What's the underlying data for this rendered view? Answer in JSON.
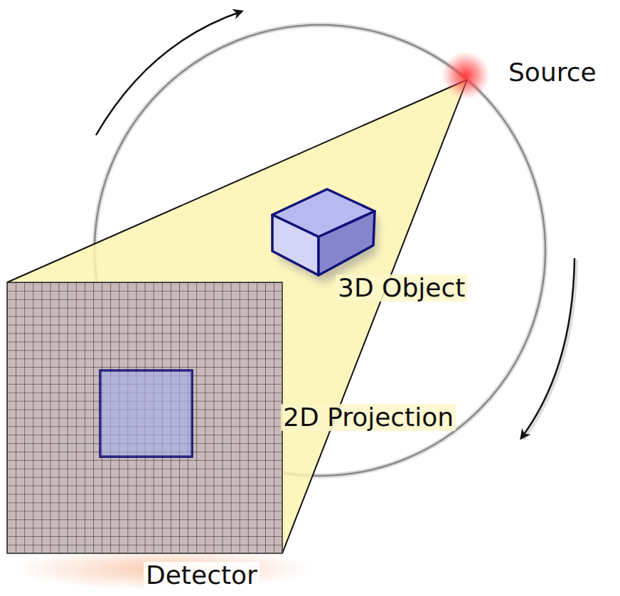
{
  "diagram": {
    "labels": [
      "Source",
      "3D Object",
      "2D Projection",
      "Detector"
    ]
  }
}
